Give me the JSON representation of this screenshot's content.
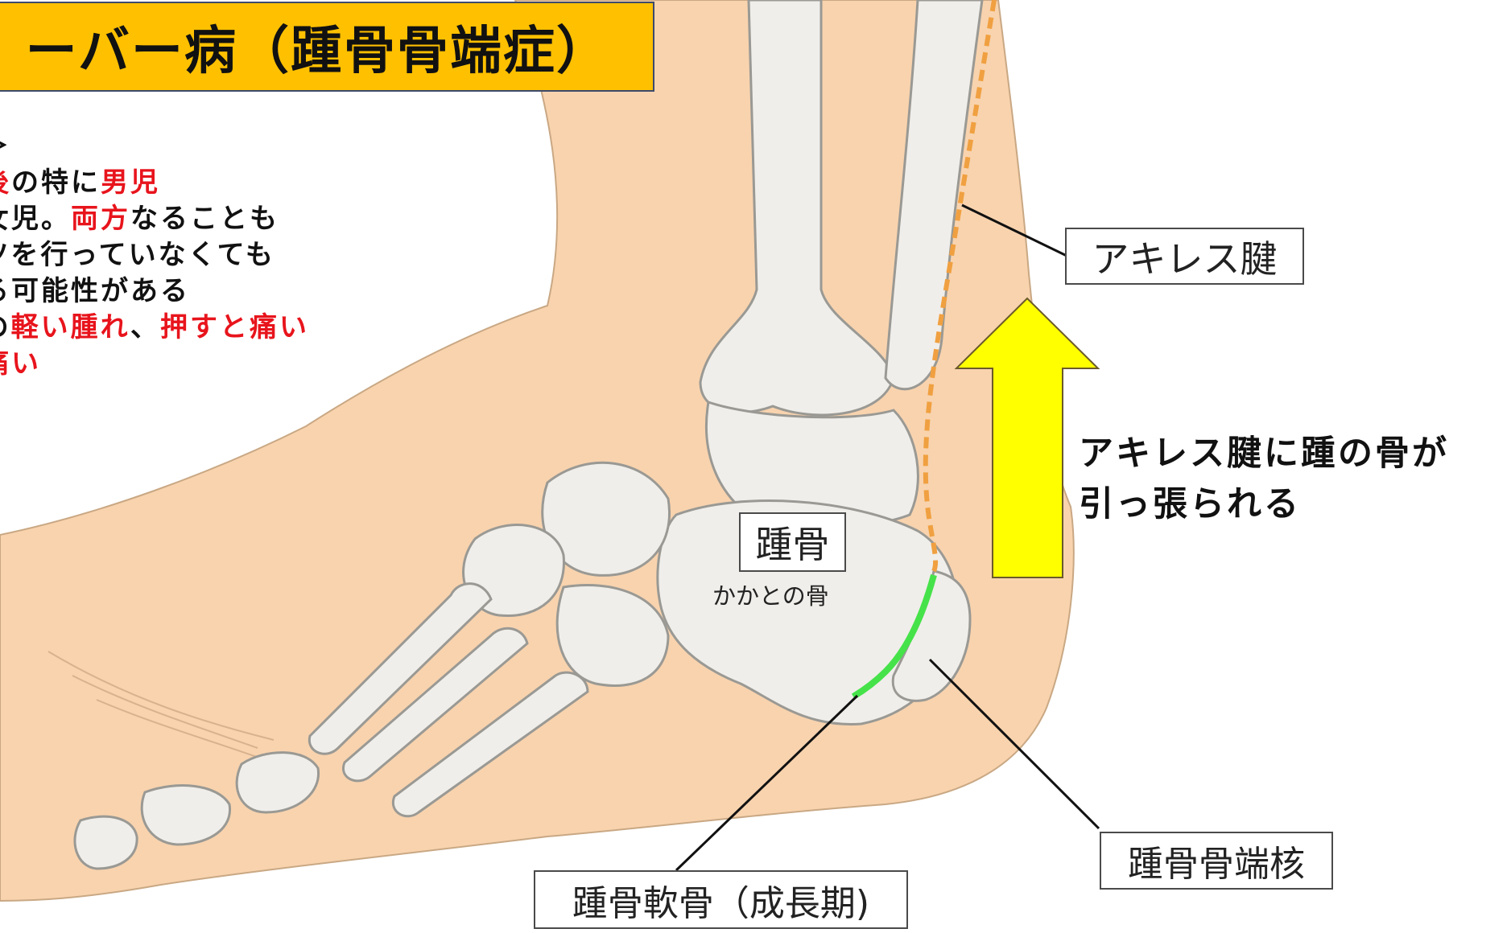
{
  "title": "ーバー病（踵骨骨端症）",
  "features": {
    "heading": "徴＞",
    "lines": [
      {
        "parts": [
          {
            "t": "前後",
            "red": true
          },
          {
            "t": "の特に",
            "red": false
          },
          {
            "t": "男児",
            "red": true
          }
        ]
      },
      {
        "parts": [
          {
            "t": "に女児。",
            "red": false
          },
          {
            "t": "両方",
            "red": true
          },
          {
            "t": "なることも",
            "red": false
          }
        ]
      },
      {
        "parts": [
          {
            "t": "ーツを行っていなくても",
            "red": false
          }
        ]
      },
      {
        "parts": [
          {
            "t": "する可能性がある",
            "red": false
          }
        ]
      },
      {
        "parts": [
          {
            "t": "との",
            "red": false
          },
          {
            "t": "軽い腫れ",
            "red": true
          },
          {
            "t": "、",
            "red": false
          },
          {
            "t": "押すと痛い",
            "red": true
          }
        ]
      },
      {
        "parts": [
          {
            "t": "と痛い",
            "red": true
          }
        ]
      }
    ]
  },
  "labels": {
    "achilles": "アキレス腱",
    "calcaneus": "踵骨",
    "calcaneus_sub": "かかとの骨",
    "apophysis_nucleus": "踵骨骨端核",
    "calcaneal_cartilage": "踵骨軟骨（成長期)"
  },
  "pull_text": [
    "アキレス腱に踵の骨が",
    "引っ張られる"
  ],
  "colors": {
    "title_bg": "#ffc000",
    "skin": "#f8d3ae",
    "bone": "#f0eeea",
    "tendon": "#f0a040",
    "cartilage": "#46e24a",
    "arrow": "#ffff00",
    "highlight": "#e8141c"
  }
}
